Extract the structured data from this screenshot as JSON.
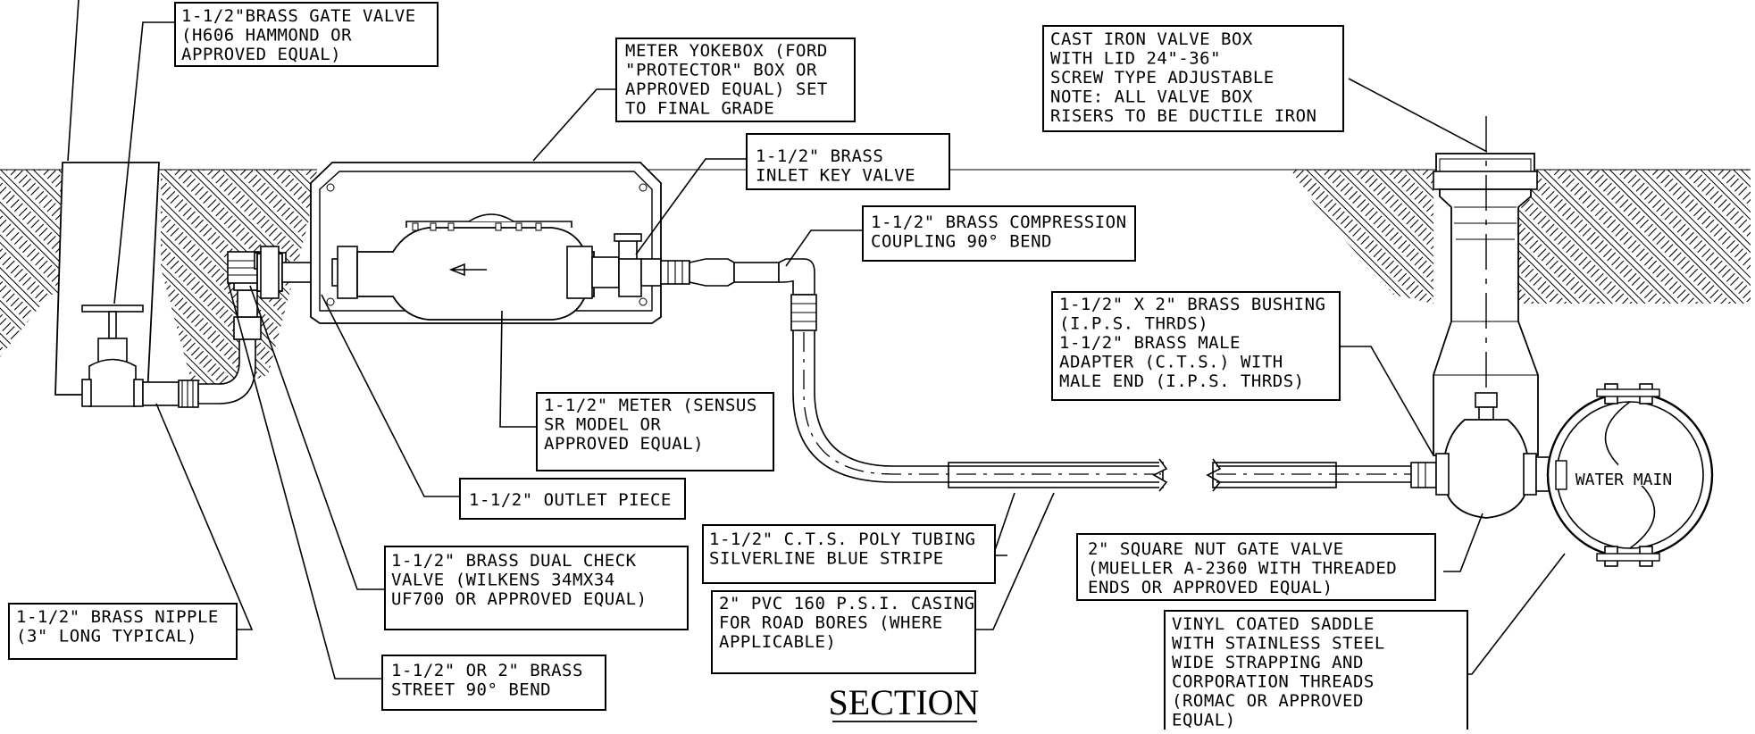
{
  "title": "SECTION",
  "callouts": {
    "gate_valve": [
      "1-1/2\"BRASS GATE VALVE",
      "(H606 HAMMOND OR",
      "APPROVED EQUAL)"
    ],
    "yokebox": [
      "METER YOKEBOX (FORD",
      "\"PROTECTOR\" BOX OR",
      "APPROVED EQUAL) SET",
      "TO FINAL GRADE"
    ],
    "inlet_key": [
      "1-1/2\" BRASS",
      "INLET KEY VALVE"
    ],
    "valve_box": [
      "CAST IRON VALVE BOX",
      "WITH LID 24\"-36\"",
      "SCREW TYPE ADJUSTABLE",
      "NOTE: ALL VALVE BOX",
      "RISERS TO BE DUCTILE IRON"
    ],
    "compression": [
      "1-1/2\" BRASS COMPRESSION",
      "COUPLING 90° BEND"
    ],
    "bushing": [
      "1-1/2\" X 2\" BRASS BUSHING",
      "(I.P.S. THRDS)",
      "1-1/2\" BRASS MALE",
      "ADAPTER (C.T.S.) WITH",
      "MALE END (I.P.S. THRDS)"
    ],
    "meter": [
      "1-1/2\" METER (SENSUS",
      "SR MODEL OR",
      "APPROVED EQUAL)"
    ],
    "outlet": [
      "1-1/2\" OUTLET PIECE"
    ],
    "poly": [
      "1-1/2\" C.T.S. POLY TUBING",
      "SILVERLINE BLUE STRIPE"
    ],
    "square_nut": [
      "2\" SQUARE NUT GATE VALVE",
      "(MUELLER A-2360 WITH THREADED",
      "ENDS OR APPROVED EQUAL)"
    ],
    "dual_check": [
      "1-1/2\" BRASS DUAL CHECK",
      "VALVE (WILKENS 34MX34",
      "UF700 OR APPROVED EQUAL)"
    ],
    "nipple": [
      "1-1/2\" BRASS NIPPLE",
      "(3\" LONG TYPICAL)"
    ],
    "pvc": [
      "2\" PVC 160 P.S.I. CASING",
      "FOR ROAD BORES (WHERE",
      "APPLICABLE)"
    ],
    "saddle": [
      "VINYL COATED SADDLE",
      "WITH STAINLESS STEEL",
      "WIDE STRAPPING AND",
      "CORPORATION THREADS",
      "(ROMAC OR APPROVED",
      "EQUAL)"
    ],
    "street_bend": [
      "1-1/2\" OR 2\" BRASS",
      "STREET 90° BEND"
    ]
  },
  "water_main": "WATER MAIN"
}
